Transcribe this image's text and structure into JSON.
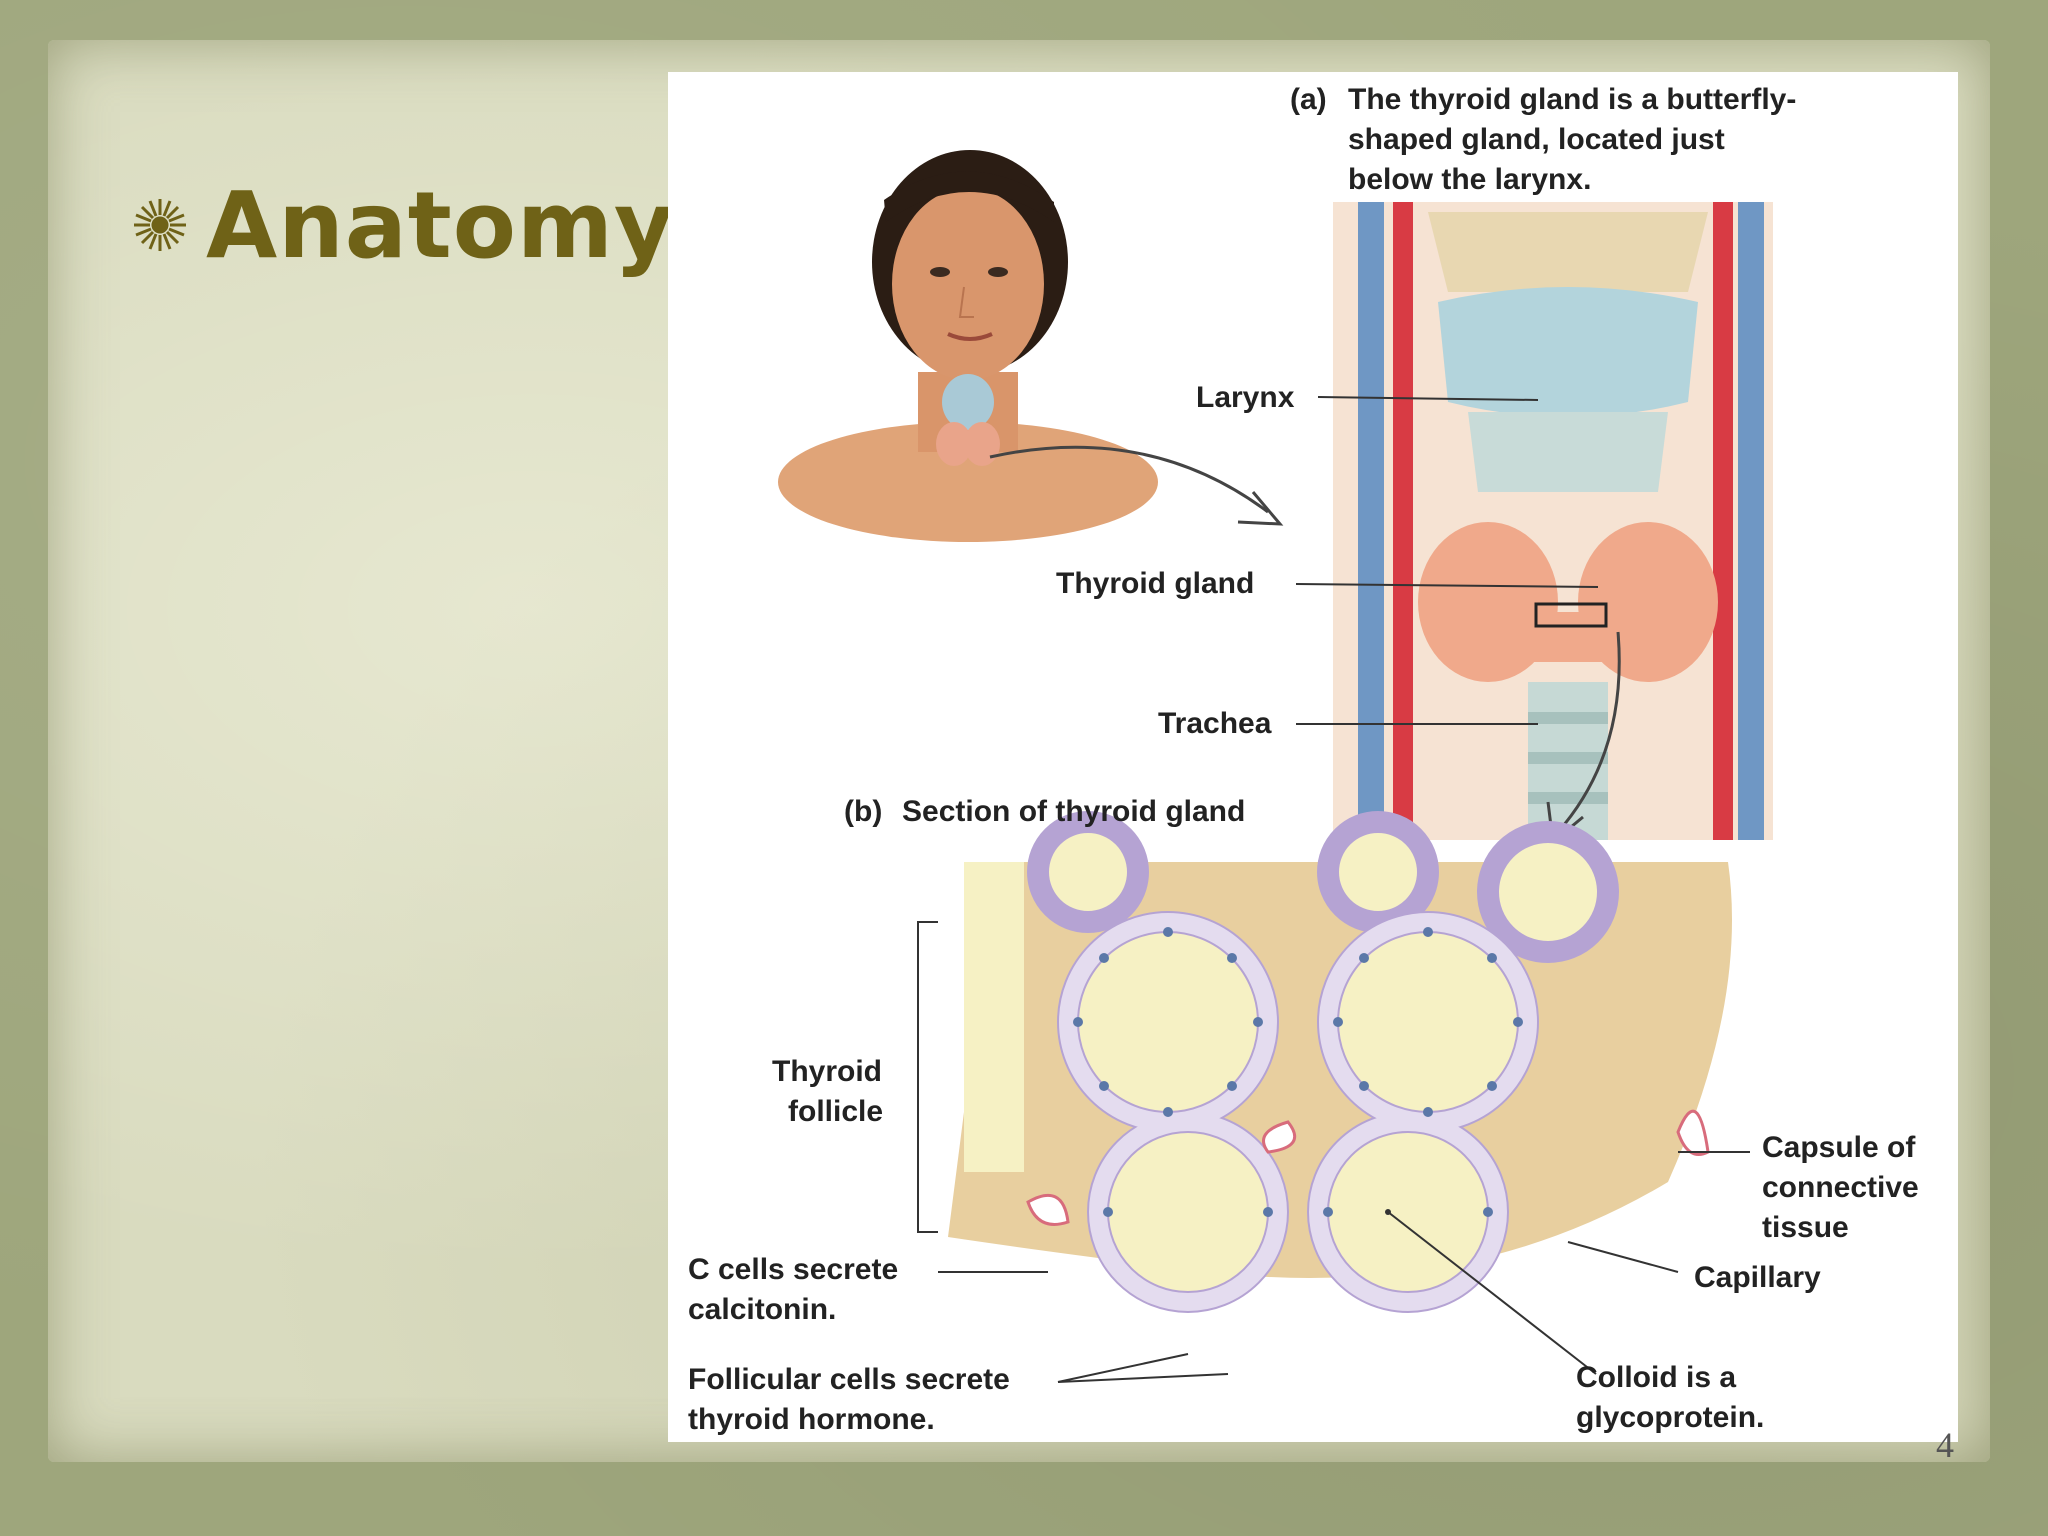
{
  "slide": {
    "title": "Anatomy:",
    "page_number": "4"
  },
  "figure": {
    "part_a_tag": "(a)",
    "part_a_caption_1": "The thyroid gland is a butterfly-",
    "part_a_caption_2": "shaped gland, located just",
    "part_a_caption_3": "below the larynx.",
    "label_larynx": "Larynx",
    "label_thyroid_gland": "Thyroid gland",
    "label_trachea": "Trachea",
    "part_b_tag": "(b)",
    "part_b_caption": "Section of thyroid gland",
    "label_thyroid_follicle_1": "Thyroid",
    "label_thyroid_follicle_2": "follicle",
    "label_c_cells_1": "C cells secrete",
    "label_c_cells_2": "calcitonin.",
    "label_follicular_1": "Follicular cells secrete",
    "label_follicular_2": "thyroid hormone.",
    "label_capsule_1": "Capsule of",
    "label_capsule_2": "connective",
    "label_capsule_3": "tissue",
    "label_capillary": "Capillary",
    "label_colloid_1": "Colloid is a",
    "label_colloid_2": "glycoprotein."
  },
  "colors": {
    "title": "#6f6217",
    "paper": "#d9dbbf",
    "background": "#9ea67c"
  }
}
